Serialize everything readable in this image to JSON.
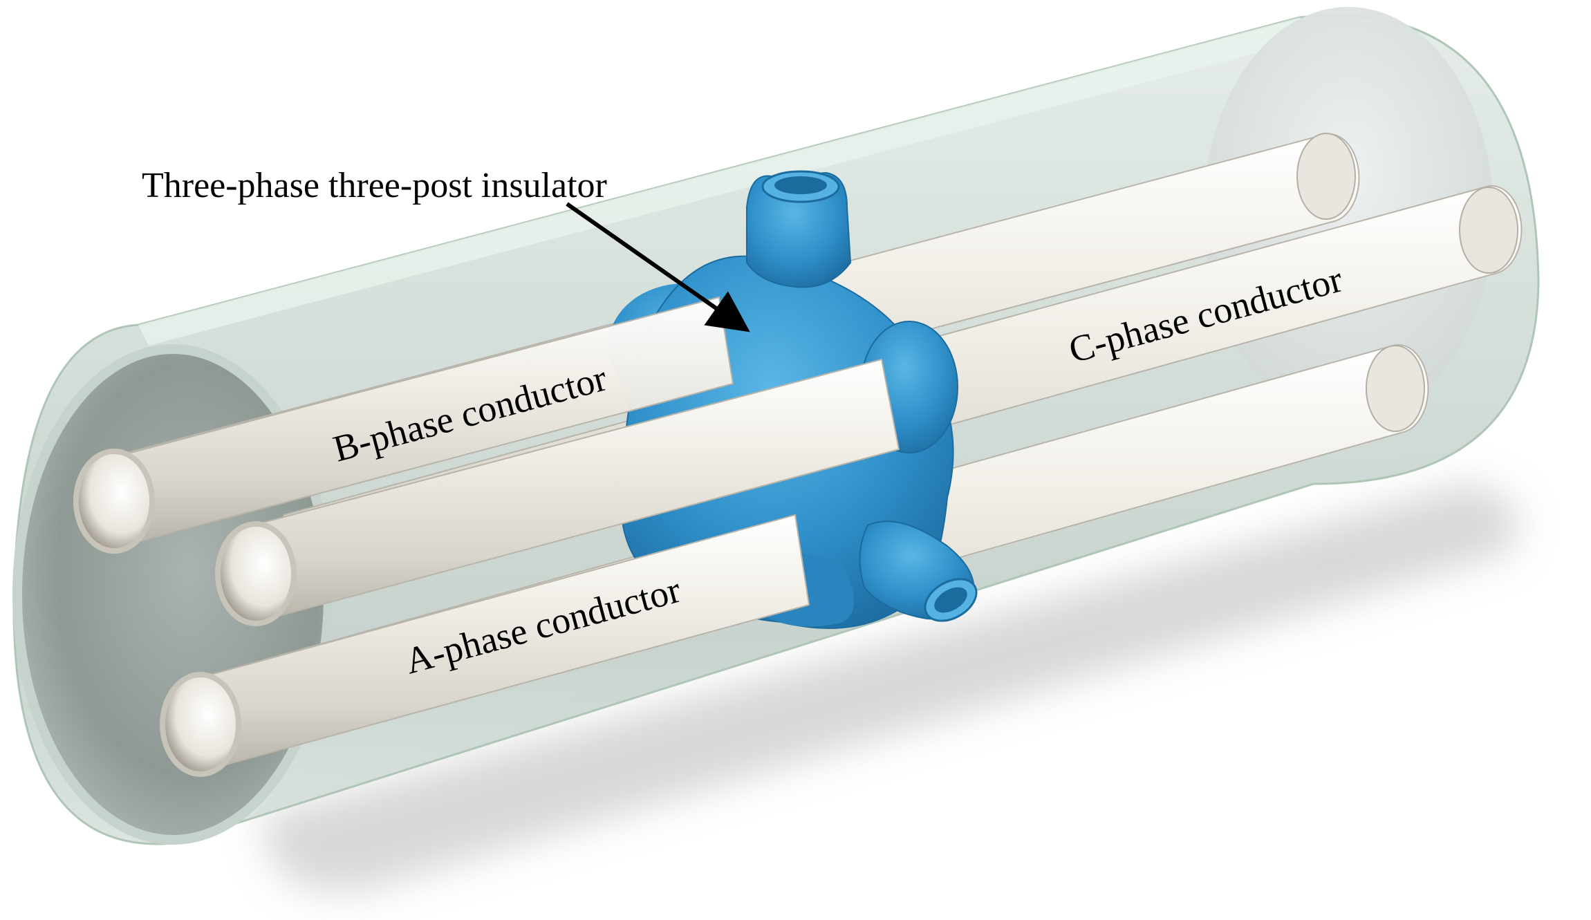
{
  "labels": {
    "insulator": "Three-phase three-post insulator",
    "b_phase": "B-phase conductor",
    "c_phase": "C-phase conductor",
    "a_phase": "A-phase conductor"
  },
  "colors": {
    "enclosure_fill": "#c9d6cf",
    "enclosure_edge": "#a9c2b1",
    "enclosure_inner": "#8f9c96",
    "enclosure_end": "#dfe4e3",
    "conductor_light": "#f4f1ea",
    "conductor_mid": "#dcd8cf",
    "conductor_dark": "#b4afa5",
    "insulator_main": "#2f8fc9",
    "insulator_light": "#56b2e2",
    "insulator_dark": "#1b6b9e",
    "shadow": "#bcbcbc"
  }
}
